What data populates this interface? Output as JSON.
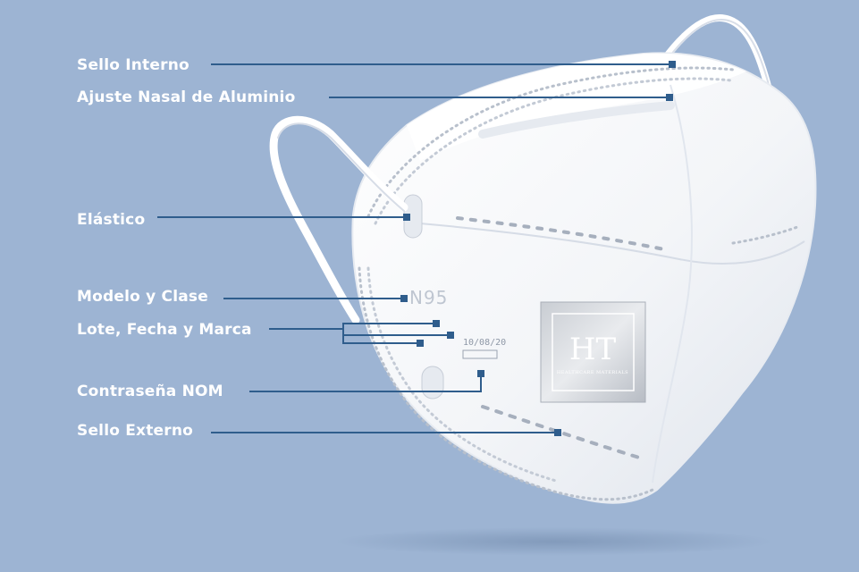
{
  "labels": {
    "sello_interno": "Sello Interno",
    "ajuste_nasal": "Ajuste Nasal de Aluminio",
    "elastico": "Elástico",
    "modelo_clase": "Modelo y Clase",
    "lote_fecha_marca": "Lote, Fecha y Marca",
    "contrasena_nom": "Contraseña NOM",
    "sello_externo": "Sello Externo"
  },
  "mask_print": {
    "model": "N95",
    "lot_code": "10/08/20",
    "brand_initials": "HT",
    "brand_sub": "HEALTHCARE MATERIALS"
  },
  "colors": {
    "background": "#9db4d3",
    "leader_line": "#2f5d8c",
    "label_text": "#ffffff"
  }
}
